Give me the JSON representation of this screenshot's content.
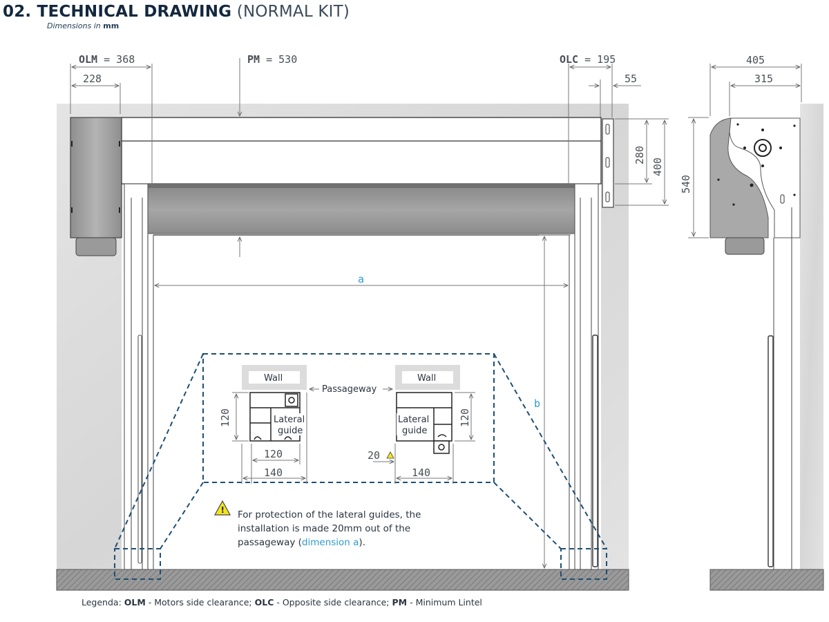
{
  "header": {
    "title_bold": "02. TECHNICAL DRAWING",
    "title_rest": " (NORMAL KIT)",
    "subtitle_pre": "Dimensions in ",
    "subtitle_unit": "mm"
  },
  "front_view": {
    "olm_label": "OLM",
    "olm_value": " = 368",
    "pm_label": "PM",
    "pm_value": " = 530",
    "olc_label": "OLC",
    "olc_value": " = 195",
    "dim_228": "228",
    "dim_55": "55",
    "dim_280": "280",
    "dim_400": "400",
    "dim_a": "a",
    "dim_b": "b"
  },
  "side_view": {
    "dim_405": "405",
    "dim_315": "315",
    "dim_540": "540"
  },
  "detail": {
    "wall_left": "Wall",
    "wall_right": "Wall",
    "passageway": "Passageway",
    "lateral": "Lateral",
    "guide": "guide",
    "left_h": "120",
    "left_w_inner": "120",
    "left_w_outer": "140",
    "right_h": "120",
    "right_w_outer": "140",
    "right_offset": "20"
  },
  "warning": {
    "text_pre": "For protection of the lateral guides, the installation is made 20mm out of the passageway (",
    "text_highlight": "dimension a",
    "text_post": ")."
  },
  "legend": {
    "prefix": "Legenda: ",
    "olm_abbr": "OLM",
    "olm_desc": " - Motors side clearance; ",
    "olc_abbr": "OLC",
    "olc_desc": " - Opposite side clearance; ",
    "pm_abbr": "PM",
    "pm_desc": " - Minimum Lintel"
  },
  "colors": {
    "wall": "#dcdcdc",
    "floor_hatch": "#8a8a8a",
    "roller": "#9a9a9a",
    "dim_line": "#777777",
    "detail_frame": "#1d4e73",
    "accent_blue": "#2f9bd1",
    "warning_yellow": "#f2e51d"
  }
}
